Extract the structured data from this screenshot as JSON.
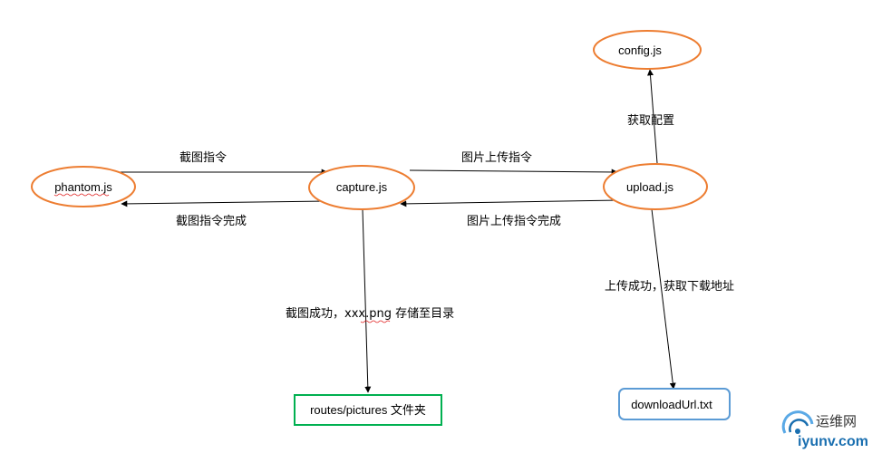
{
  "nodes": {
    "phantom": {
      "label": "phantom.js"
    },
    "capture": {
      "label": "capture.js"
    },
    "upload": {
      "label": "upload.js"
    },
    "config": {
      "label": "config.js"
    },
    "pictures": {
      "label": "routes/pictures 文件夹"
    },
    "download": {
      "label": "downloadUrl.txt"
    }
  },
  "edges": {
    "screenshot_cmd": "截图指令",
    "screenshot_done": "截图指令完成",
    "upload_cmd": "图片上传指令",
    "upload_done": "图片上传指令完成",
    "get_config": "获取配置",
    "save_png": "截图成功，xxx.png 存储至目录",
    "upload_success": "上传成功，获取下载地址"
  },
  "watermark": {
    "line1": "运维网",
    "line2": "iyunv.com"
  },
  "colors": {
    "ellipse_stroke": "#ed7d31",
    "pictures_stroke": "#00b050",
    "download_stroke": "#5b9bd5",
    "arrow": "#000000"
  }
}
